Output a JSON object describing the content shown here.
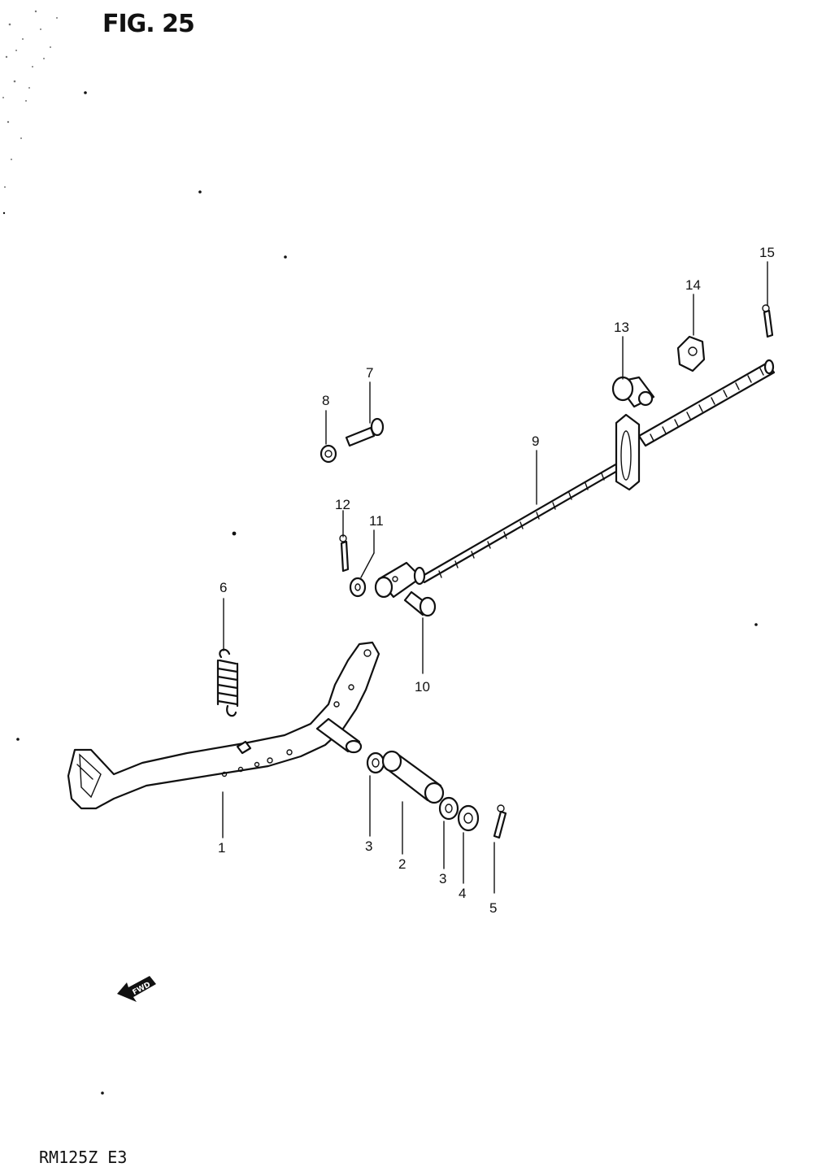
{
  "figure": {
    "title": "FIG. 25"
  },
  "footer": {
    "model": "RM125Z E3"
  },
  "direction_arrow": {
    "icon": "forward-arrow-icon",
    "label": "FWD"
  },
  "callouts": [
    {
      "id": "c1",
      "label": "1"
    },
    {
      "id": "c2",
      "label": "2"
    },
    {
      "id": "c3a",
      "label": "3"
    },
    {
      "id": "c3b",
      "label": "3"
    },
    {
      "id": "c4",
      "label": "4"
    },
    {
      "id": "c5",
      "label": "5"
    },
    {
      "id": "c6",
      "label": "6"
    },
    {
      "id": "c7",
      "label": "7"
    },
    {
      "id": "c8",
      "label": "8"
    },
    {
      "id": "c9",
      "label": "9"
    },
    {
      "id": "c10",
      "label": "10"
    },
    {
      "id": "c11",
      "label": "11"
    },
    {
      "id": "c12",
      "label": "12"
    },
    {
      "id": "c13",
      "label": "13"
    },
    {
      "id": "c14",
      "label": "14"
    },
    {
      "id": "c15",
      "label": "15"
    }
  ]
}
